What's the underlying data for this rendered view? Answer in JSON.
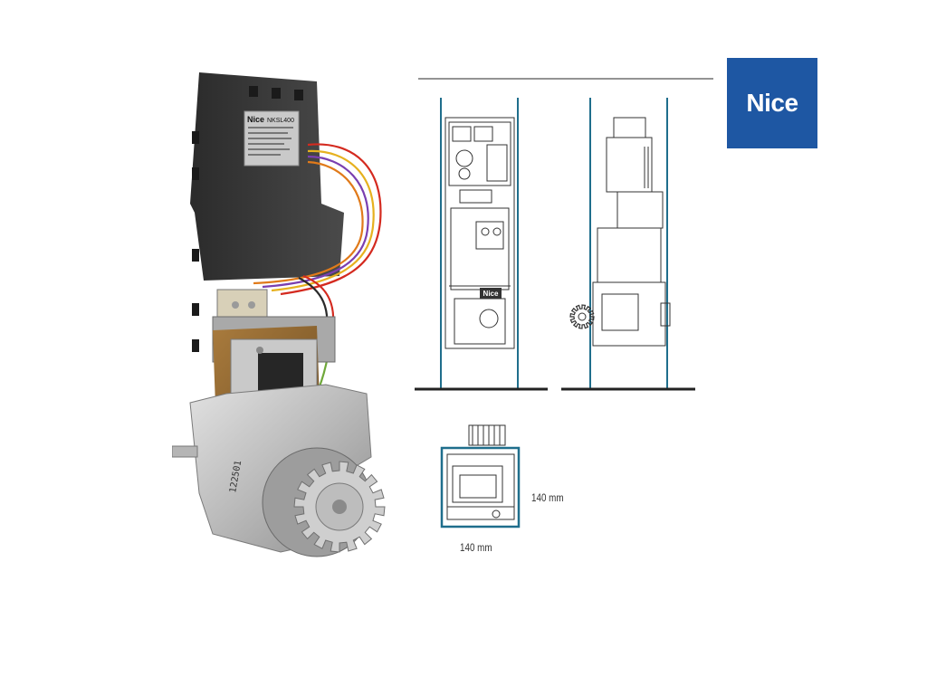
{
  "brand": {
    "name": "Nice",
    "color": "#1e57a3"
  },
  "product_label": {
    "brand": "Nice",
    "model": "NKSL400",
    "serial": "122501"
  },
  "dimensions": {
    "width_label": "140 mm",
    "height_label": "140 mm"
  },
  "colors": {
    "guide_lines": "#1f6e8c",
    "ground": "#222222",
    "outline": "#333333"
  }
}
